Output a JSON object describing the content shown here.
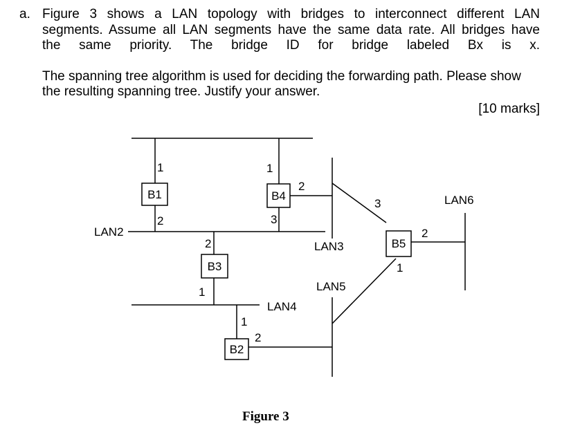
{
  "question": {
    "label": "a.",
    "para1_lines": [
      "Figure 3 shows a LAN topology with bridges to interconnect different LAN",
      "segments. Assume all LAN segments have the same data rate. All bridges have",
      "the same priority. The bridge ID for bridge labeled Bx is x."
    ],
    "para2": "The spanning tree algorithm is used for deciding the forwarding path. Please show the resulting spanning tree. Justify your answer.",
    "marks": "[10 marks]"
  },
  "figure": {
    "caption": "Figure 3",
    "bridges": {
      "b1": "B1",
      "b2": "B2",
      "b3": "B3",
      "b4": "B4",
      "b5": "B5"
    },
    "lans": {
      "lan2": "LAN2",
      "lan3": "LAN3",
      "lan4": "LAN4",
      "lan5": "LAN5",
      "lan6": "LAN6"
    },
    "ports": {
      "b1_p1": "1",
      "b1_p2": "2",
      "b4_p1": "1",
      "b4_p2": "2",
      "b4_p3": "3",
      "b3_p2": "2",
      "b3_p1": "1",
      "b2_p1": "1",
      "b2_p2": "2",
      "b5_p3": "3",
      "b5_p2": "2",
      "b5_p1": "1"
    }
  }
}
